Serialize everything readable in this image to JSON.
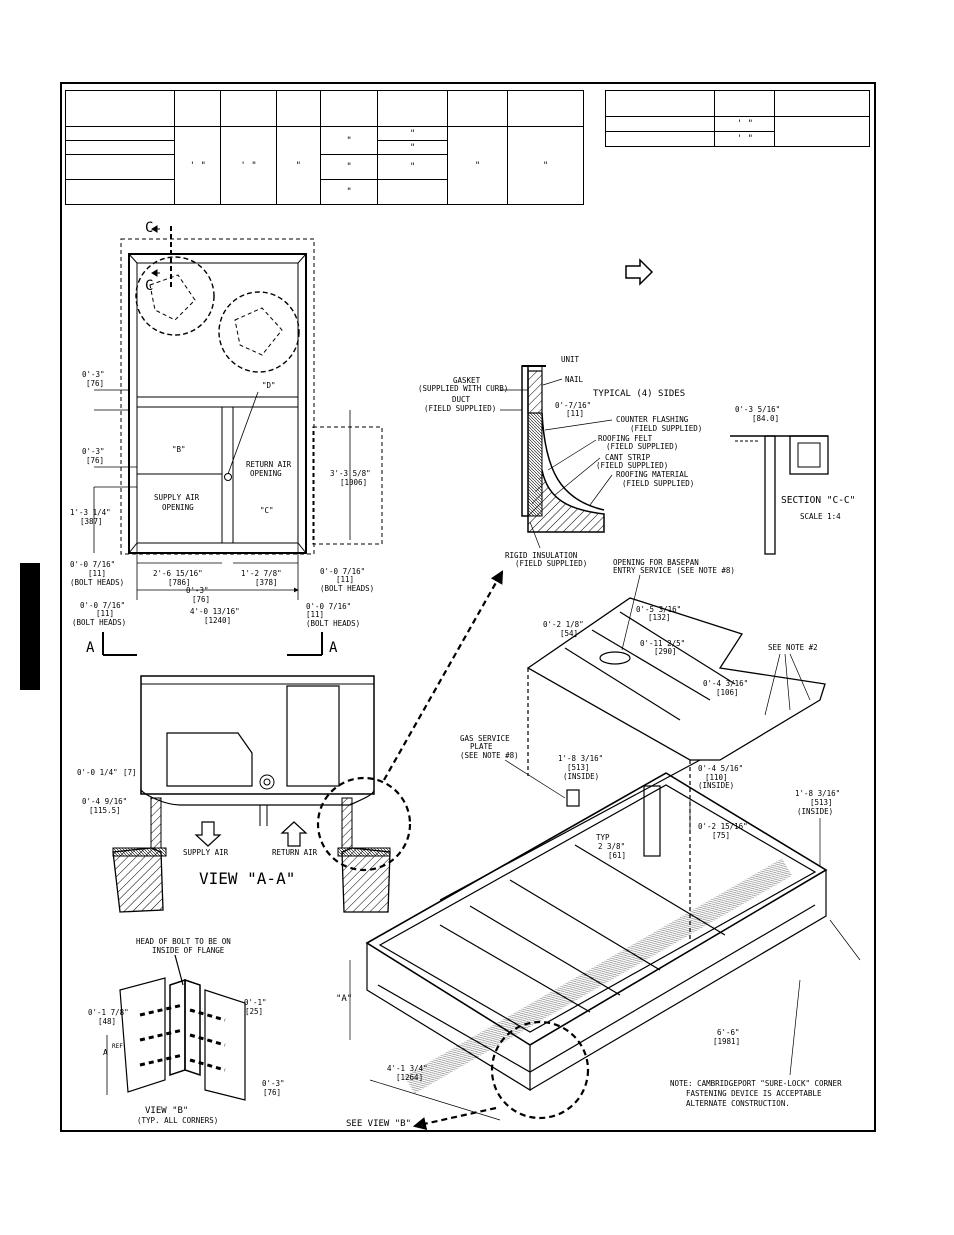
{
  "labels": {
    "section_c_top": "C",
    "section_c_bottom": "C",
    "view_a_left": "A",
    "view_a_right": "A",
    "dim_top_3": "0'-3\"",
    "dim_top_3_mm": "[76]",
    "dim_mid_3": "0'-3\"",
    "dim_mid_3_mm": "[76]",
    "dim_1_3_14": "1'-3 1/4\"",
    "dim_1_3_14_mm": "[387]",
    "dim_0_7_16_a": "0'-0 7/16\"",
    "dim_0_7_16_a_mm": "[11]",
    "bolt_heads_a": "(BOLT HEADS)",
    "dim_0_7_16_b": "0'-0 7/16\"",
    "dim_0_7_16_b_mm": "[11]",
    "bolt_heads_b": "(BOLT HEADS)",
    "dim_2_6_15_16": "2'-6 15/16\"",
    "dim_2_6_15_16_mm": "[786]",
    "dim_1_2_7_8": "1'-2 7/8\"",
    "dim_1_2_7_8_mm": "[378]",
    "dim_0_3_c": "0'-3\"",
    "dim_0_3_c_mm": "[76]",
    "dim_4_0_13_16": "4'-0 13/16\"",
    "dim_4_0_13_16_mm": "[1240]",
    "dim_0_7_16_c": "0'-0 7/16\"",
    "dim_0_7_16_c_mm": "[11]",
    "bolt_heads_c": "(BOLT HEADS)",
    "dim_0_7_16_d": "0'-0 7/16\"",
    "dim_0_7_16_d_mm": "[11]",
    "bolt_heads_d": "(BOLT HEADS)",
    "dim_3_3_5_8": "3'-3 5/8\"",
    "dim_3_3_5_8_mm": "[1006]",
    "label_b": "\"B\"",
    "label_c": "\"C\"",
    "label_d": "\"D\"",
    "supply_air_opening_1": "SUPPLY AIR",
    "supply_air_opening_2": "OPENING",
    "return_air_opening_1": "RETURN AIR",
    "return_air_opening_2": "OPENING",
    "unit": "UNIT",
    "gasket_1": "GASKET",
    "gasket_2": "(SUPPLIED WITH CURB)",
    "nail": "NAIL",
    "typical_sides": "TYPICAL (4) SIDES",
    "duct_1": "DUCT",
    "duct_2": "(FIELD SUPPLIED)",
    "dim_0_7_16_e": "0'-7/16\"",
    "dim_0_7_16_e_mm": "[11]",
    "counter_flashing_1": "COUNTER FLASHING",
    "counter_flashing_2": "(FIELD SUPPLIED)",
    "roofing_felt_1": "ROOFING FELT",
    "roofing_felt_2": "(FIELD SUPPLIED)",
    "cant_strip_1": "CANT STRIP",
    "cant_strip_2": "(FIELD SUPPLIED)",
    "roofing_material_1": "ROOFING MATERIAL",
    "roofing_material_2": "(FIELD SUPPLIED)",
    "rigid_insulation_1": "RIGID INSULATION",
    "rigid_insulation_2": "(FIELD SUPPLIED)",
    "dim_0_3_5_16": "0'-3 5/16\"",
    "dim_0_3_5_16_mm": "[84.0]",
    "section_cc": "SECTION \"C-C\"",
    "scale": "SCALE 1:4",
    "opening_basepan_1": "OPENING FOR BASEPAN",
    "opening_basepan_2": "ENTRY SERVICE (SEE NOTE #8)",
    "dim_0_2_1_8": "0'-2 1/8\"",
    "dim_0_2_1_8_mm": "[54]",
    "dim_0_5_3_16": "0'-5 3/16\"",
    "dim_0_5_3_16_mm": "[132]",
    "dim_0_11_2_5": "0'-11 2/5\"",
    "dim_0_11_2_5_mm": "[290]",
    "see_note_2": "SEE NOTE #2",
    "dim_0_4_3_16": "0'-4 3/16\"",
    "dim_0_4_3_16_mm": "[106]",
    "gas_service_1": "GAS SERVICE",
    "gas_service_2": "PLATE",
    "gas_service_3": "(SEE NOTE #8)",
    "dim_1_8_3_16_a": "1'-8 3/16\"",
    "dim_1_8_3_16_a_mm": "[513]",
    "inside_a": "(INSIDE)",
    "dim_0_4_5_16": "0'-4 5/16\"",
    "dim_0_4_5_16_mm": "[110]",
    "inside_b": "(INSIDE)",
    "dim_1_8_3_16_b": "1'-8 3/16\"",
    "dim_1_8_3_16_b_mm": "[513]",
    "inside_c": "(INSIDE)",
    "typ": "TYP",
    "dim_2_3_8": "2 3/8\"",
    "dim_2_3_8_mm": "[61]",
    "dim_0_2_15_16": "0'-2 15/16\"",
    "dim_0_2_15_16_mm": "[75]",
    "dim_0_1_4": "0'-0 1/4\"",
    "dim_0_1_4_mm": "[7]",
    "dim_0_4_9_16": "0'-4 9/16\"",
    "dim_0_4_9_16_mm": "[115.5]",
    "supply_air": "SUPPLY AIR",
    "return_air": "RETURN AIR",
    "view_aa": "VIEW \"A-A\"",
    "head_of_bolt_1": "HEAD OF BOLT TO BE ON",
    "head_of_bolt_2": "INSIDE OF FLANGE",
    "dim_0_1_7_8": "0'-1 7/8\"",
    "dim_0_1_7_8_mm": "[48]",
    "dim_0_1": "0'-1\"",
    "dim_0_1_mm": "[25]",
    "a_ref_1": "A",
    "a_ref_2": "REF",
    "dim_0_3_d": "0'-3\"",
    "dim_0_3_d_mm": "[76]",
    "view_b": "VIEW \"B\"",
    "typ_all_corners": "(TYP. ALL CORNERS)",
    "label_a_quote": "\"A\"",
    "dim_4_1_3_4": "4'-1 3/4\"",
    "dim_4_1_3_4_mm": "[1264]",
    "dim_6_6": "6'-6\"",
    "dim_6_6_mm": "[1981]",
    "note_1": "NOTE: CAMBRIDGEPORT \"SURE-LOCK\" CORNER",
    "note_2": "FASTENING DEVICE IS ACCEPTABLE",
    "note_3": "ALTERNATE CONSTRUCTION.",
    "see_view_b": "SEE VIEW \"B\""
  },
  "table1_marks": [
    "\"",
    "\"",
    "\"",
    "\"",
    "\"",
    "\"",
    "' \"",
    "' \"",
    "\"",
    "\"",
    "\""
  ],
  "table2_marks": [
    "' \"",
    "' \""
  ]
}
